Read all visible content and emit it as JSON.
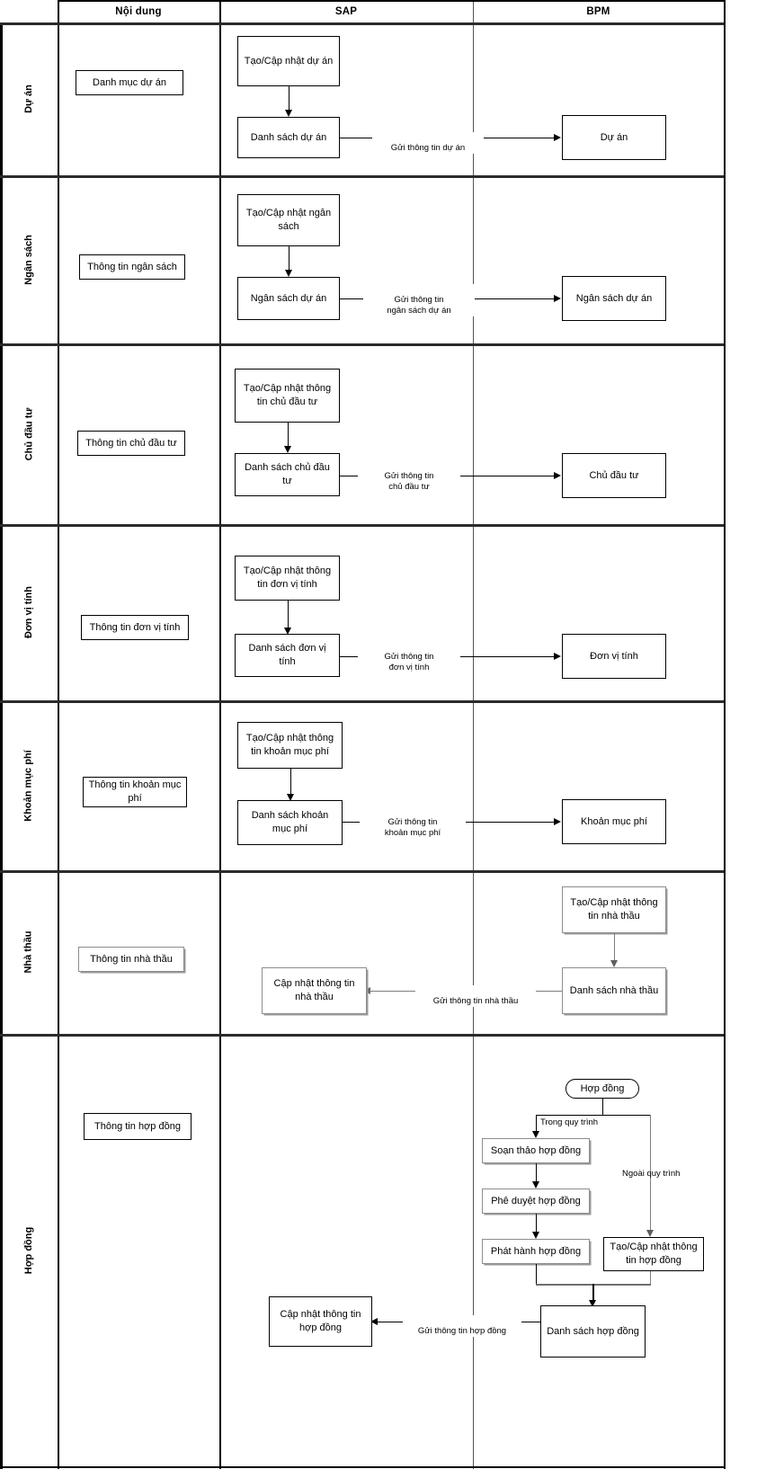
{
  "table": {
    "headers": [
      "",
      "Nội dung",
      "SAP",
      "BPM"
    ]
  },
  "rows": [
    {
      "label": "Dự án",
      "content_box": "Danh mục dự án",
      "sap": {
        "create_update": "Tạo/Cập nhật dự án",
        "list": "Danh sách dự án"
      },
      "bpm": {
        "target": "Dự án"
      },
      "edge_label": "Gửi thông tin dự án"
    },
    {
      "label": "Ngân sách",
      "content_box": "Thông tin ngân sách",
      "sap": {
        "create_update": "Tạo/Cập nhật ngân sách",
        "list": "Ngân sách dự án"
      },
      "bpm": {
        "target": "Ngân sách dự án"
      },
      "edge_label": "Gửi thông tin\nngân sách dự án"
    },
    {
      "label": "Chủ đầu tư",
      "content_box": "Thông tin chủ đầu tư",
      "sap": {
        "create_update": "Tạo/Cập nhật thông tin chủ đầu tư",
        "list": "Danh sách chủ đầu tư"
      },
      "bpm": {
        "target": "Chủ đầu tư"
      },
      "edge_label": "Gửi thông tin\nchủ đầu tư"
    },
    {
      "label": "Đơn vị tính",
      "content_box": "Thông tin đơn vị tính",
      "sap": {
        "create_update": "Tạo/Cập nhật thông tin đơn vị tính",
        "list": "Danh sách đơn vị tính"
      },
      "bpm": {
        "target": "Đơn vị tính"
      },
      "edge_label": "Gửi thông tin\nđơn vị tính"
    },
    {
      "label": "Khoản mục phí",
      "content_box": "Thông tin khoản mục phí",
      "sap": {
        "create_update": "Tạo/Cập nhật thông tin khoản mục phí",
        "list": "Danh sách khoản mục phí"
      },
      "bpm": {
        "target": "Khoản mục phí"
      },
      "edge_label": "Gửi thông tin\nkhoản mục phí"
    },
    {
      "label": "Nhà thầu",
      "content_box": "Thông tin nhà thầu",
      "sap": {
        "update": "Cập nhật thông tin nhà thầu"
      },
      "bpm": {
        "create_update": "Tạo/Cập nhật thông tin nhà thầu",
        "list": "Danh sách nhà thầu"
      },
      "edge_label": "Gửi thông tin nhà thầu"
    },
    {
      "label": "Hợp đồng",
      "content_box": "Thông tin hợp đồng",
      "sap": {
        "update": "Cập nhật thông tin hợp đồng"
      },
      "bpm": {
        "start": "Hợp đồng",
        "branch_in": "Trong quy trình",
        "branch_out": "Ngoài quy trình",
        "step1": "Soạn thảo hợp đồng",
        "step2": "Phê duyệt hợp đồng",
        "step3": "Phát hành hợp đồng",
        "alt": "Tạo/Cập nhật thông tin hợp đồng",
        "list": "Danh sách hợp đồng"
      },
      "edge_label": "Gửi thông tin hợp đồng"
    }
  ]
}
